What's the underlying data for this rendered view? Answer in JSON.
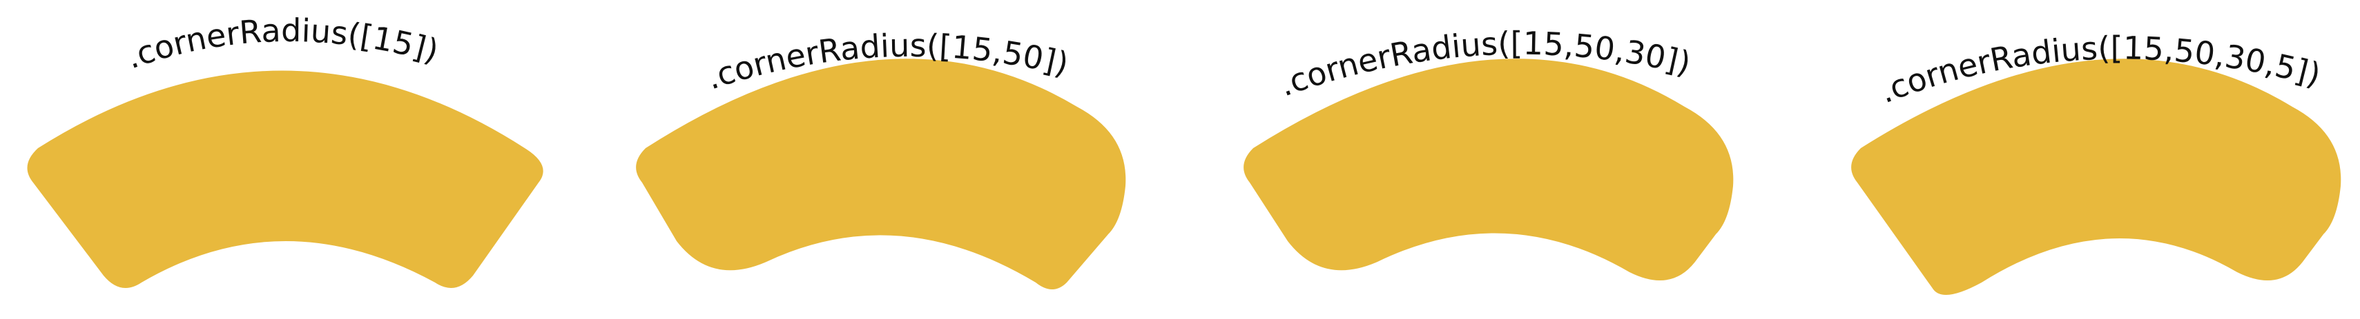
{
  "fill_color": "#E8B93D",
  "examples": [
    {
      "label": ".cornerRadius([15])"
    },
    {
      "label": ".cornerRadius([15,50])"
    },
    {
      "label": ".cornerRadius([15,50,30])"
    },
    {
      "label": ".cornerRadius([15,50,30,5])"
    }
  ]
}
